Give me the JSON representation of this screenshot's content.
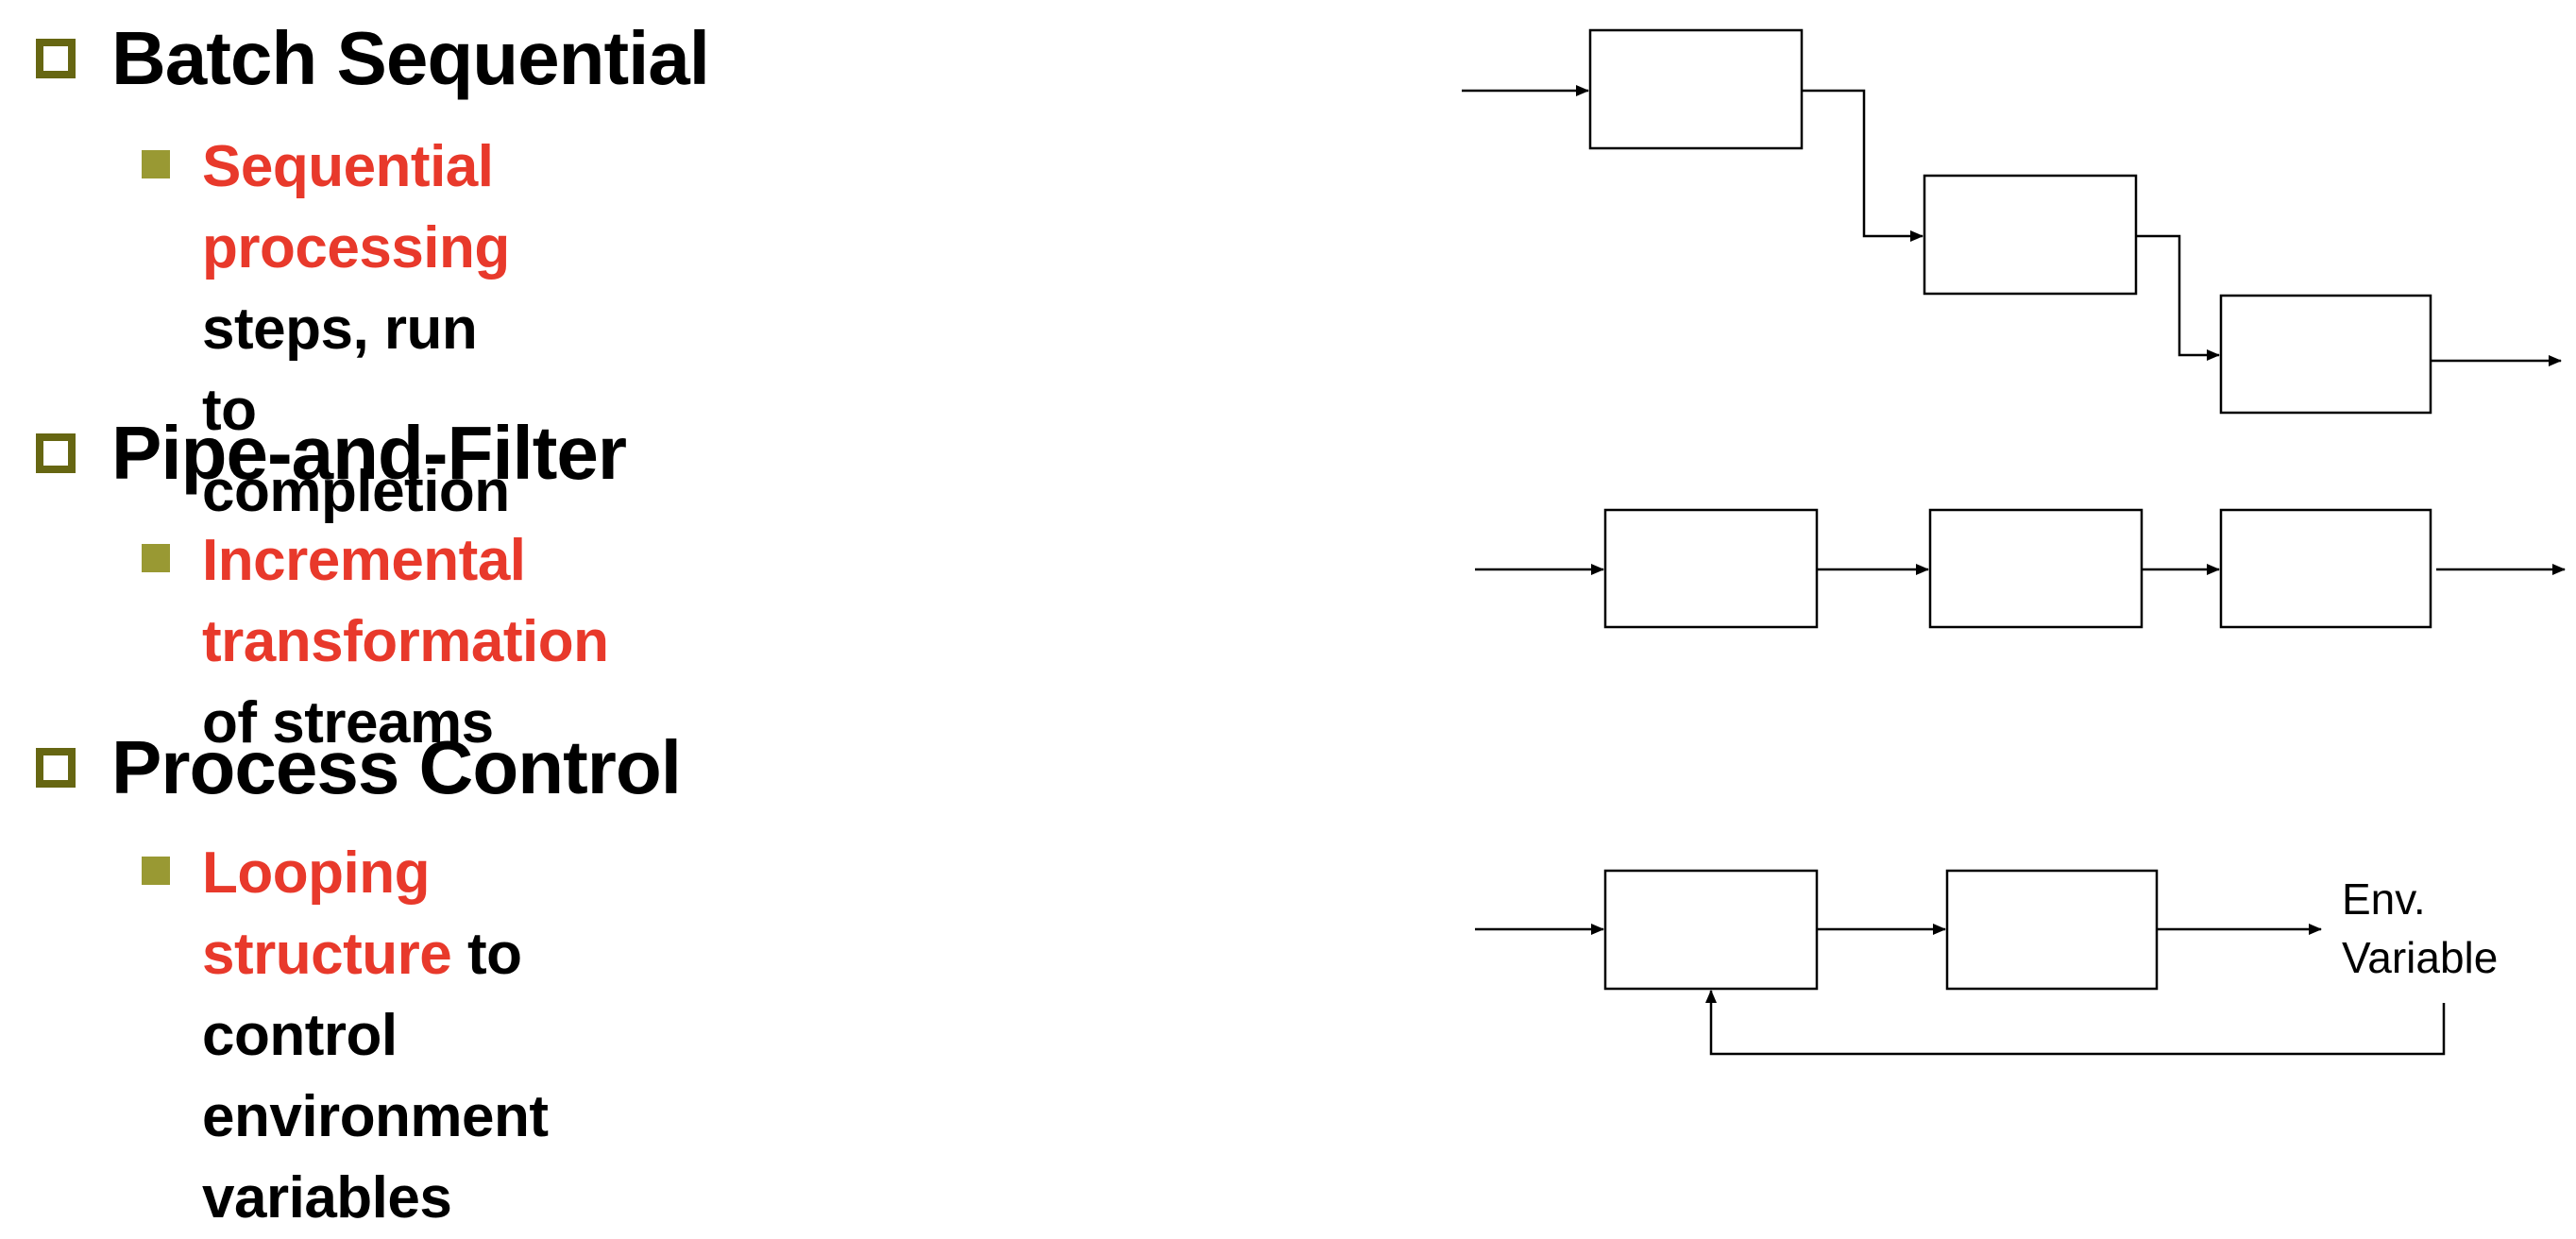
{
  "sections": [
    {
      "title": "Batch Sequential",
      "sub_highlight": "Sequential processing",
      "sub_rest_line1": " steps, run to",
      "sub_rest_line2": "completion"
    },
    {
      "title": "Pipe-and-Filter",
      "sub_highlight": "Incremental transformation",
      "sub_rest_line1": " of streams"
    },
    {
      "title": "Process Control",
      "sub_highlight": "Looping structure",
      "sub_rest_line1": " to control",
      "sub_rest_line2": "environment variables"
    }
  ],
  "diagrams": {
    "process_control_output_label_line1": "Env.",
    "process_control_output_label_line2": "Variable"
  },
  "colors": {
    "highlight": "#e8392b",
    "bullet_hollow": "#666612",
    "bullet_solid": "#999933"
  }
}
